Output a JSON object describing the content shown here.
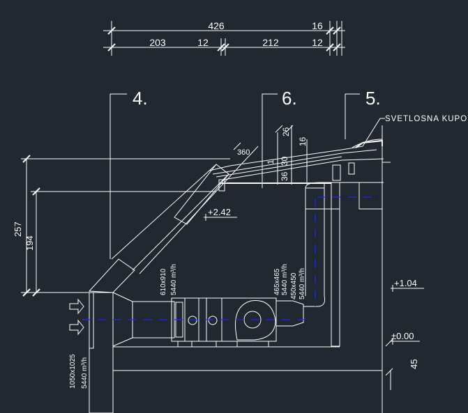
{
  "top_dimensions": {
    "overall": "426",
    "overall_right": "16",
    "left": "203",
    "left_gap": "12",
    "right": "212",
    "right_gap": "12"
  },
  "section_labels": [
    "4.",
    "6.",
    "5."
  ],
  "callout": "SVETLOSNA KUPOLA",
  "roof_dimensions": {
    "angle_len": "360",
    "d26": "26",
    "d16": "16",
    "d30": "30",
    "d36": "36",
    "d1": "1"
  },
  "elevations": {
    "e242": "+2.42",
    "e104": "+1.04",
    "e000": "±0.00"
  },
  "vertical_dims": {
    "h257": "257",
    "h194": "194",
    "h45": "45"
  },
  "duct_labels": {
    "intake_size": "1050x1025",
    "intake_flow": "5440 m³/h",
    "unit_size": "610x910",
    "unit_flow": "5440 m³/h",
    "outlet1_size": "465x465",
    "outlet1_flow": "5440 m³/h",
    "outlet2_size": "450x450",
    "outlet2_flow": "5440 m³/h"
  },
  "colors": {
    "background": "#212830",
    "lines": "#ffffff",
    "axis": "#1a2cff"
  }
}
